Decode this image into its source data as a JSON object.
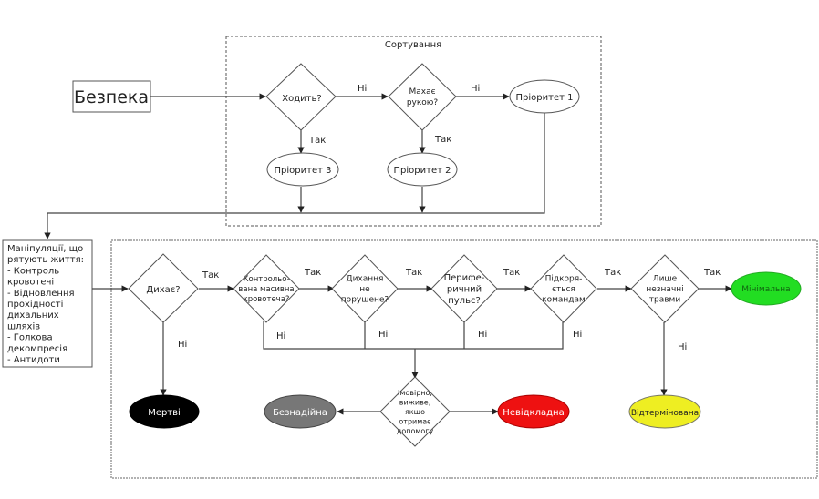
{
  "title": "Сортування",
  "safety": "Безпека",
  "sorting": {
    "container_label": "Сортування",
    "walks": "Ходить?",
    "waves": [
      "Махає",
      "рукою?"
    ],
    "priority1": "Пріоритет 1",
    "priority2": "Пріоритет 2",
    "priority3": "Пріоритет 3"
  },
  "lifesaving": {
    "lines": [
      "Маніпуляції, що",
      "рятують життя:",
      "- Контроль",
      "кровотечі",
      "- Відновлення",
      "прохідності",
      "дихальних",
      "шляхів",
      "- Голкова",
      "декомпресія",
      "- Антидоти"
    ]
  },
  "assessment": {
    "breathing": "Дихає?",
    "bleeding": [
      "Контрольо-",
      "вана масивна",
      "кровотеча?"
    ],
    "airway": [
      "Дихання",
      "не",
      "порушене?"
    ],
    "pulse": [
      "Перифе-",
      "ричний",
      "пульс?"
    ],
    "commands": [
      "Підкоря-",
      "ється",
      "командам"
    ],
    "minor": [
      "Лише",
      "незначні",
      "травми"
    ],
    "survival": [
      "Імовірно,",
      "виживе,",
      "якщо",
      "отримає",
      "допомогу"
    ]
  },
  "outcomes": {
    "minimal": {
      "label": "Мінімальна",
      "color": "#22dd22"
    },
    "dead": {
      "label": "Мертві",
      "color": "#000000"
    },
    "expectant": {
      "label": "Безнадійна",
      "color": "#777777"
    },
    "immediate": {
      "label": "Невідкладна",
      "color": "#ee1111"
    },
    "delayed": {
      "label": "Відтермінована",
      "color": "#eeee22"
    }
  },
  "edge_labels": {
    "yes": "Так",
    "no": "Ні"
  }
}
